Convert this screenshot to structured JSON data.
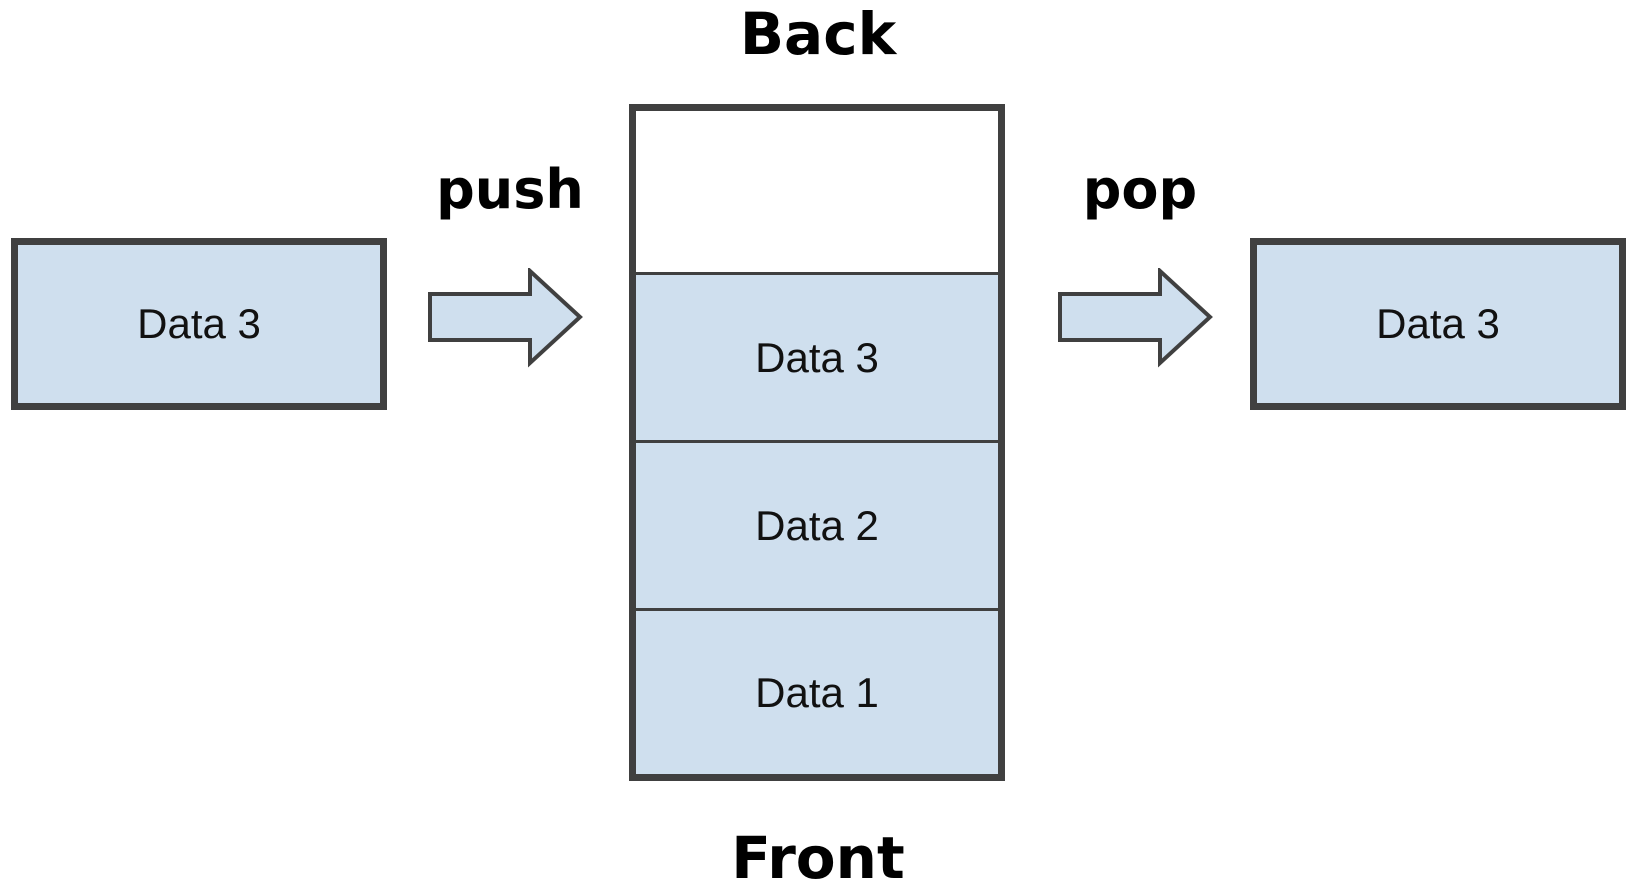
{
  "labels": {
    "back": "Back",
    "front": "Front",
    "push": "push",
    "pop": "pop"
  },
  "input_item": "Data 3",
  "output_item": "Data 3",
  "queue": {
    "slots": [
      "",
      "Data 3",
      "Data 2",
      "Data 1"
    ]
  },
  "colors": {
    "fill": "#cfdfee",
    "border": "#404040",
    "text": "#111111"
  },
  "icons": {
    "push_arrow": "right-arrow-icon",
    "pop_arrow": "right-arrow-icon"
  }
}
